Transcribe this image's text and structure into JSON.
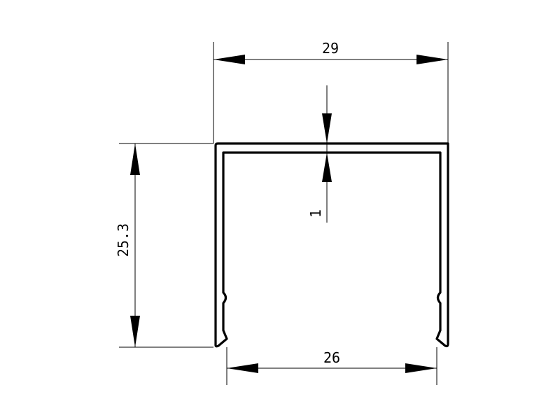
{
  "drawing": {
    "dimensions": {
      "overall_width": "29",
      "opening_width": "26",
      "height": "25.3",
      "wall_thickness": "1"
    }
  }
}
